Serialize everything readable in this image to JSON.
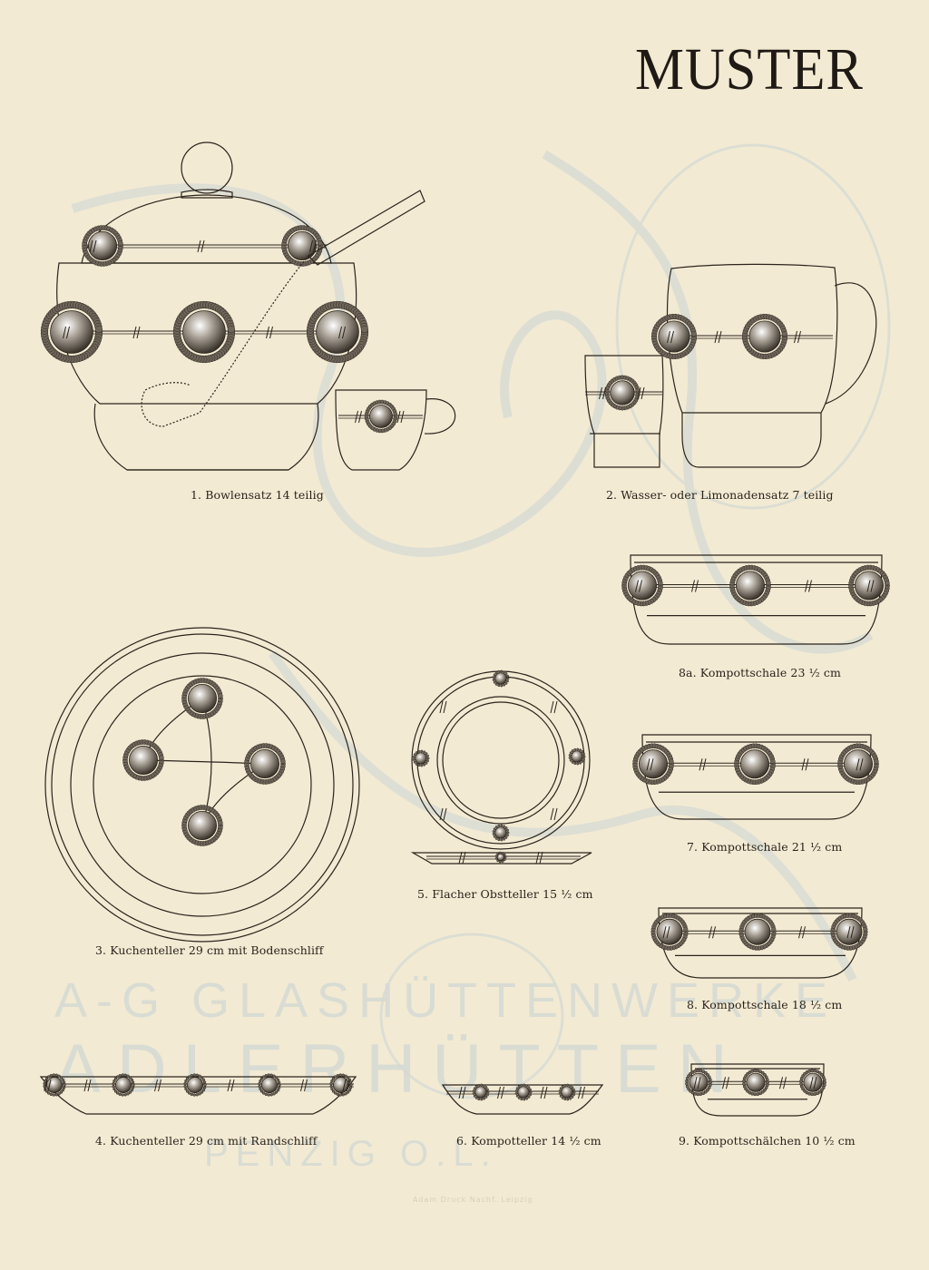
{
  "page": {
    "title": "MUSTER",
    "footer_print": "Adam Druck Nachf. Leipzig"
  },
  "watermark": {
    "line1": "A-G GLASHÜTTENWERKE",
    "line2": "ADLERHÜTTEN",
    "line3": "PENZIG O.L."
  },
  "items": [
    {
      "caption": "1. Bowlensatz 14 teilig"
    },
    {
      "caption": "2. Wasser- oder Limonadensatz 7 teilig"
    },
    {
      "caption": "8a. Kompottschale 23 ½ cm"
    },
    {
      "caption": "3. Kuchenteller 29 cm mit Bodenschliff"
    },
    {
      "caption": "5. Flacher Obstteller 15 ½ cm"
    },
    {
      "caption": "7. Kompottschale 21 ½ cm"
    },
    {
      "caption": "8. Kompottschale 18 ½ cm"
    },
    {
      "caption": "4. Kuchenteller 29 cm mit Randschliff"
    },
    {
      "caption": "6. Kompotteller 14 ½ cm"
    },
    {
      "caption": "9. Kompottschälchen 10 ½ cm"
    }
  ],
  "colors": {
    "paper": "#f3ead3",
    "ink": "#2b241c",
    "watermark": "#d9dcd3"
  }
}
